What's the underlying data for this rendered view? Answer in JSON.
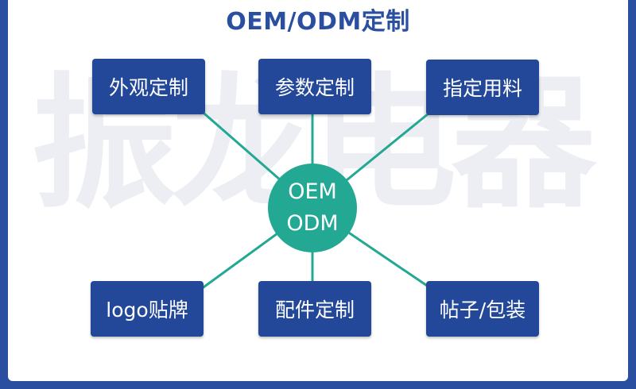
{
  "title": "OEM/ODM定制",
  "watermark": "振龙电器",
  "hub": {
    "line1": "OEM",
    "line2": "ODM"
  },
  "nodes": [
    "外观定制",
    "参数定制",
    "指定用料",
    "logo贴牌",
    "配件定制",
    "帖子/包装"
  ],
  "colors": {
    "background": "#2a4ea0",
    "box": "#23489a",
    "hub": "#23a893",
    "connector": "#23a893",
    "watermark": "#eceef3"
  }
}
